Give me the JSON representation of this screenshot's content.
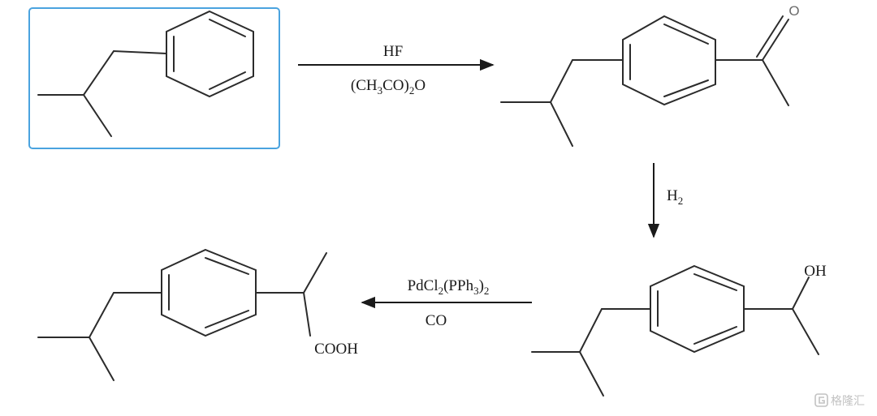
{
  "reaction1": {
    "reagent_top": "HF",
    "reagent_bottom": {
      "pre": "(CH",
      "s1": "3",
      "mid": "CO)",
      "s2": "2",
      "post": "O"
    }
  },
  "reaction2": {
    "reagent_top": {
      "main": "H",
      "sub": "2"
    }
  },
  "reaction3": {
    "reagent_top": {
      "a": "PdCl",
      "s1": "2",
      "b": "(PPh",
      "s2": "3",
      "c": ")",
      "s3": "2"
    },
    "reagent_bottom": "CO"
  },
  "molecules": {
    "ketone_oxygen": "O",
    "alcohol_group": "OH",
    "acid_group": "COOH"
  },
  "watermark": {
    "icon": "gelonghui-logo-icon",
    "text": "格隆汇"
  },
  "colors": {
    "selection": "#4aa3df",
    "ink": "#1a1a1a"
  }
}
